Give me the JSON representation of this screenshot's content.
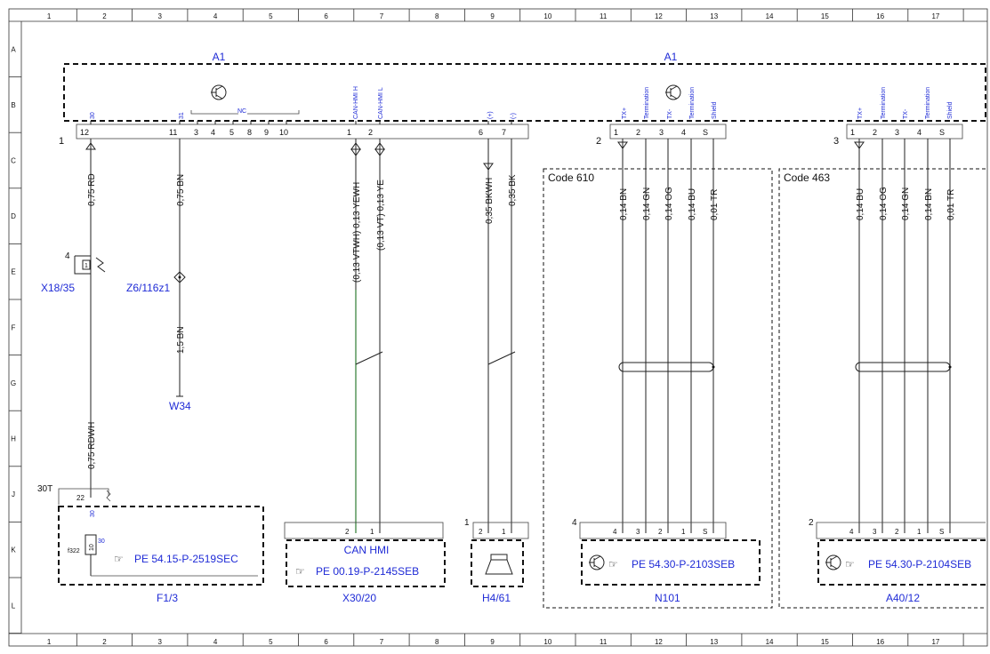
{
  "grid": {
    "columns": [
      "1",
      "2",
      "3",
      "4",
      "5",
      "6",
      "7",
      "8",
      "9",
      "10",
      "11",
      "12",
      "13",
      "14",
      "15",
      "16",
      "17"
    ],
    "rows": [
      "A",
      "B",
      "C",
      "D",
      "E",
      "F",
      "G",
      "H",
      "J",
      "K",
      "L"
    ]
  },
  "colors": {
    "label_blue": "#1f2bd6",
    "line": "#222222",
    "green_wire": "#2e7d32"
  },
  "module": {
    "label_left": "A1",
    "label_right": "A1",
    "connector_1": "1",
    "connector_2": "2",
    "connector_3": "3",
    "pins_main": [
      "12",
      "11",
      "3",
      "4",
      "5",
      "8",
      "9",
      "10",
      "1",
      "2",
      "6",
      "7"
    ],
    "pin_names": {
      "p30": "30",
      "p31": "31",
      "nc": "NC",
      "can_h": "CAN-HMI H",
      "can_l": "CAN-HMI L",
      "plus": "(+)",
      "minus": "(-)"
    },
    "conn2_pins": [
      "1",
      "2",
      "3",
      "4",
      "S"
    ],
    "conn2_names": [
      "TX+",
      "Termination",
      "TX-",
      "Termination",
      "Shield"
    ],
    "conn3_pins": [
      "1",
      "2",
      "3",
      "4",
      "S"
    ],
    "conn3_names": [
      "TX+",
      "Termination",
      "TX-",
      "Termination",
      "Shield"
    ]
  },
  "wires": {
    "w1": "0,75 RD",
    "w1b": "0,75 RDWH",
    "w2": "0,75 BN",
    "w2b": "1,5 BN",
    "w3": "(0,13 VTWH) 0,13 YEWH",
    "w4": "(0,13 VT) 0,13 YE",
    "w5": "0,35 BKWH",
    "w6": "0,35 BK",
    "c610": [
      "0,14 BN",
      "0,14 GN",
      "0,14 OG",
      "0,14 BU",
      "0,01 TR"
    ],
    "c463": [
      "0,14 BU",
      "0,14 OG",
      "0,14 GN",
      "0,14 BN",
      "0,01 TR"
    ]
  },
  "components": {
    "x18_35": "X18/35",
    "x18_num": "4",
    "x18_pin": "1",
    "z6": "Z6/116z1",
    "w34": "W34",
    "f1_3": "F1/3",
    "f1_30t": "30T",
    "f1_pin22": "22",
    "f1_pin30": "30",
    "f1_fuse": "f322",
    "f1_fuse_val": "10",
    "f1_out": "30",
    "f1_ref": "PE 54.15-P-2519SEC",
    "x30_20": "X30/20",
    "x30_title": "CAN HMI",
    "x30_pins": [
      "2",
      "1"
    ],
    "x30_ref": "PE 00.19-P-2145SEB",
    "h4_61": "H4/61",
    "h4_num": "1",
    "h4_pins": [
      "2",
      "1"
    ],
    "n101": "N101",
    "n101_num": "4",
    "n101_code": "Code 610",
    "n101_pins": [
      "4",
      "3",
      "2",
      "1",
      "S"
    ],
    "n101_ref": "PE 54.30-P-2103SEB",
    "a40_12": "A40/12",
    "a40_num": "2",
    "a40_code": "Code 463",
    "a40_pins": [
      "4",
      "3",
      "2",
      "1",
      "S"
    ],
    "a40_ref": "PE 54.30-P-2104SEB"
  }
}
